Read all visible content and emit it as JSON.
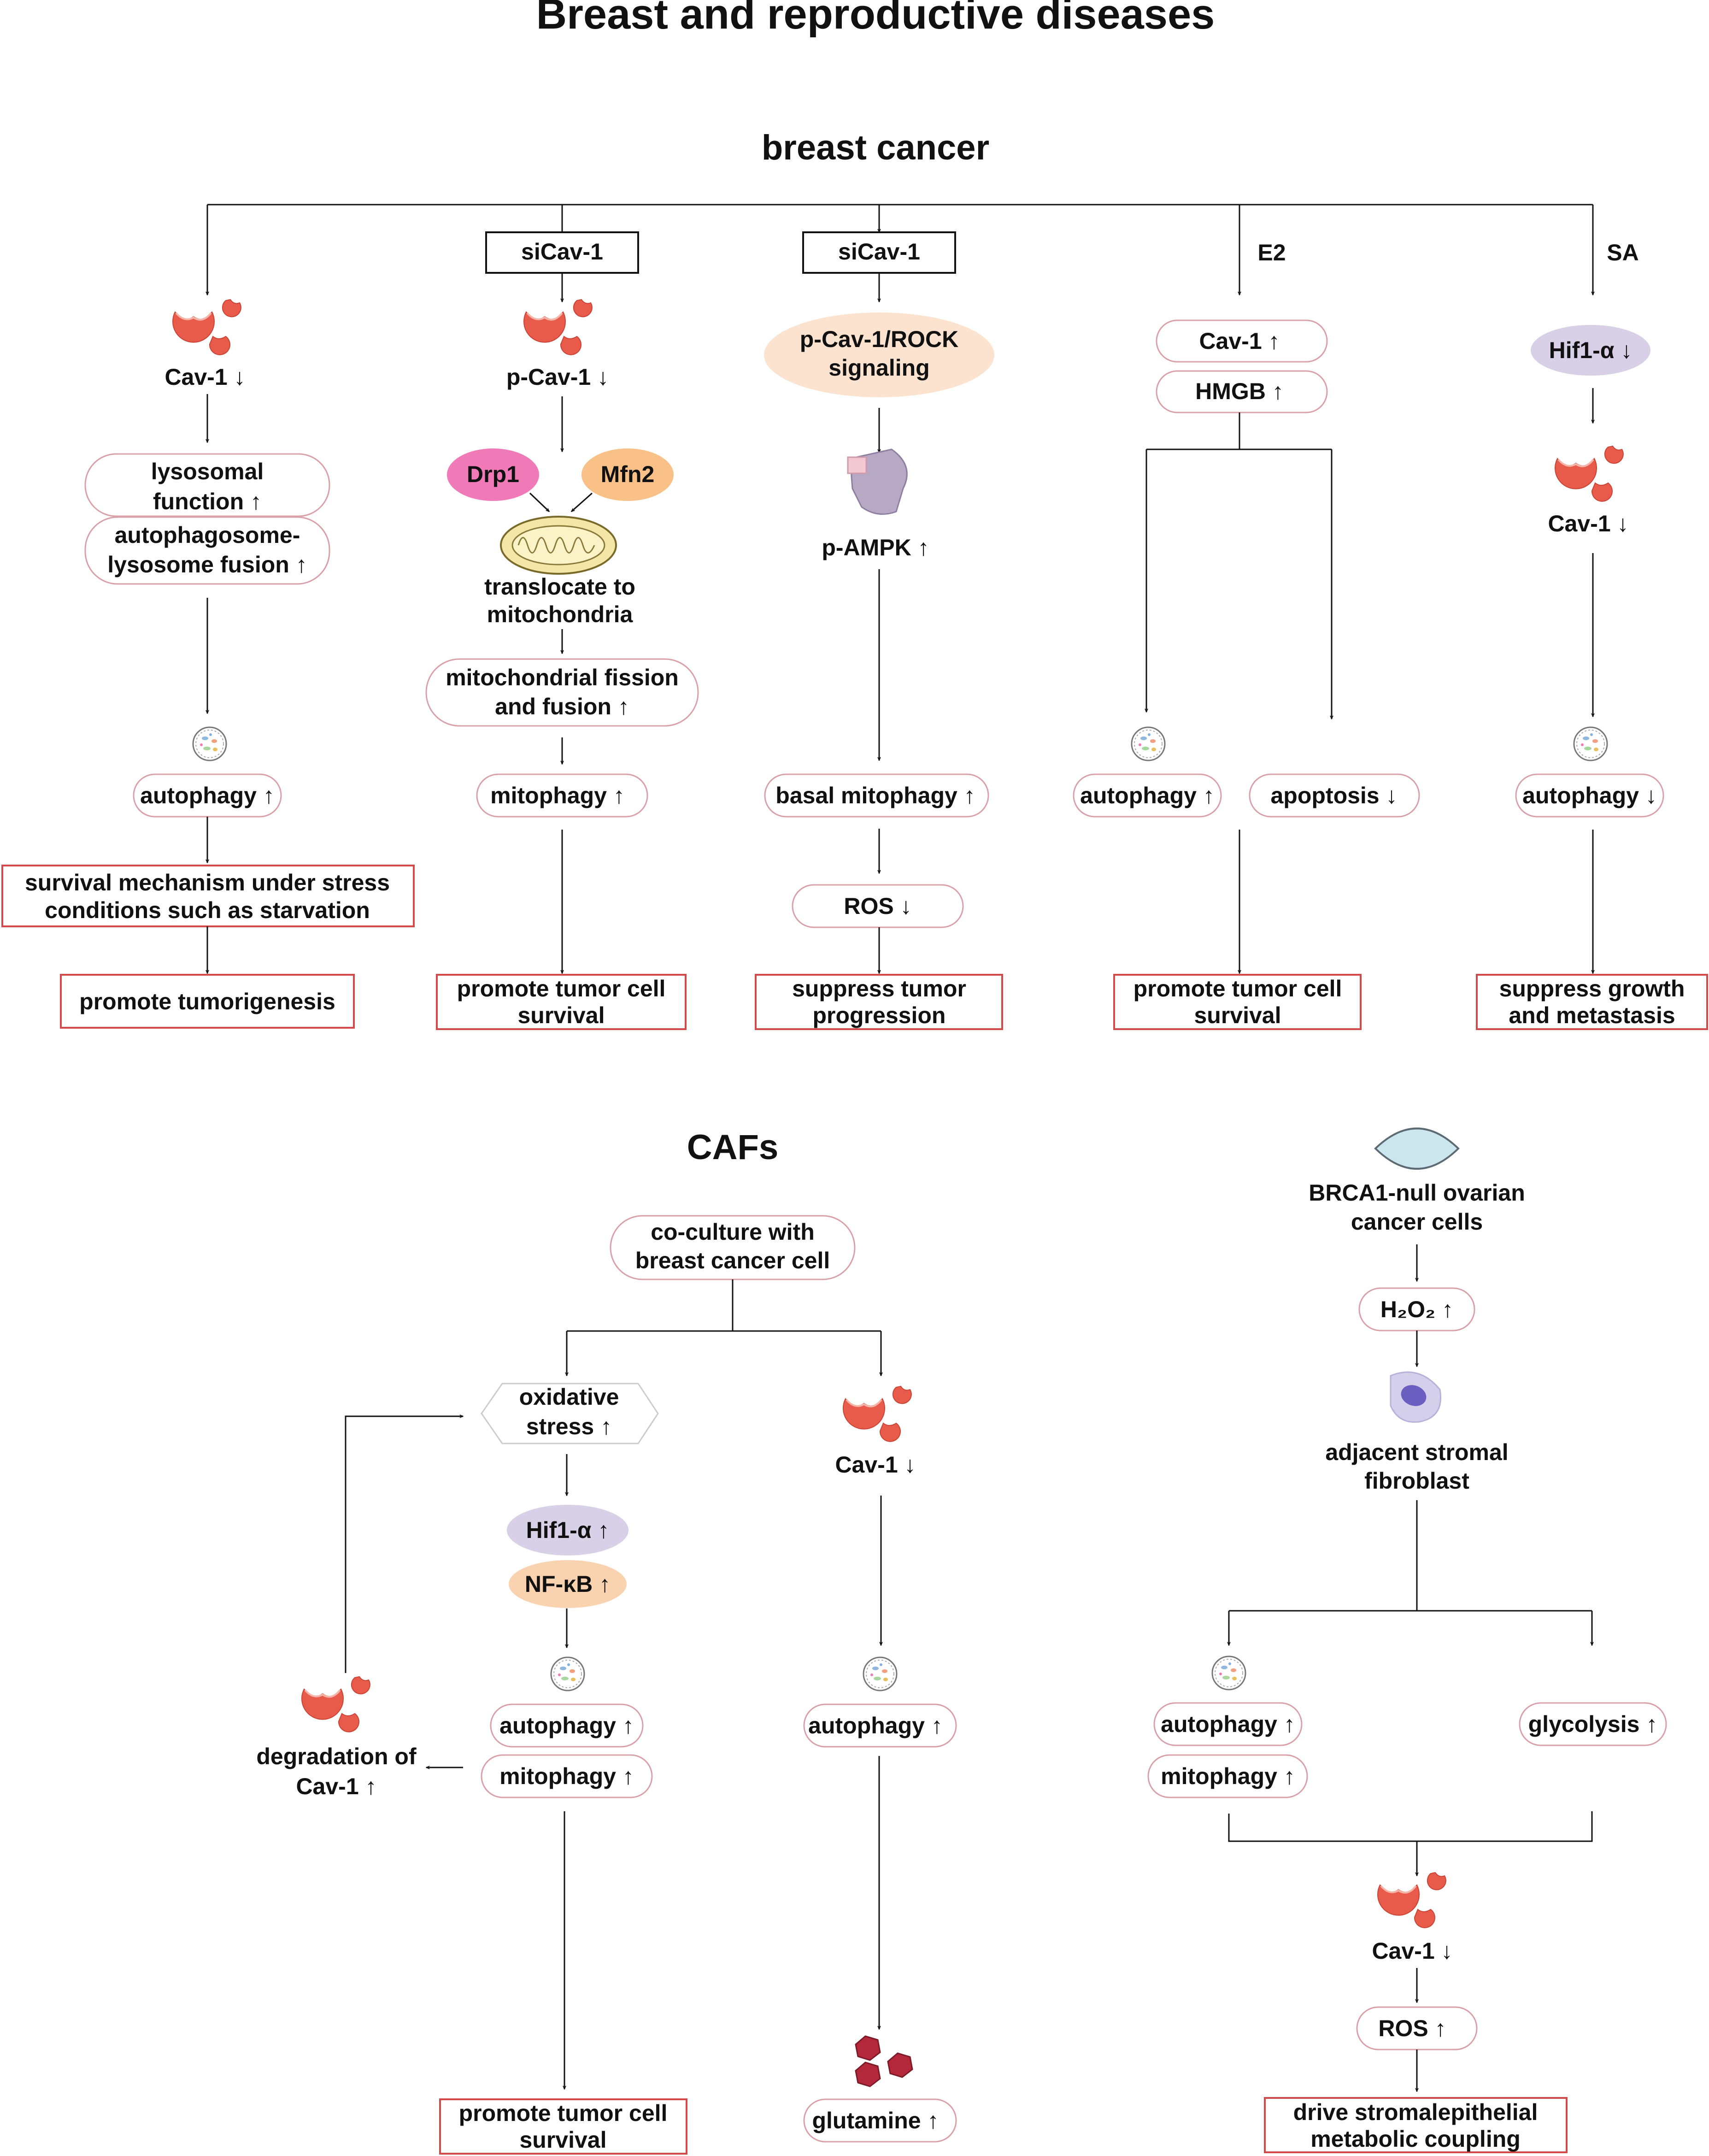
{
  "title": "Breast and reproductive diseases",
  "sections": {
    "breast_cancer": "breast cancer",
    "cafs": "CAFs"
  },
  "colors": {
    "outcome_border": "#d24a4a",
    "pill_border": "#d9a0a8",
    "caveolin": "#e85a4a",
    "drp1": "#f07ab8",
    "mfn2": "#f9c088",
    "hif": "#d8d0e6",
    "nfkb": "#f9d2b0",
    "rock": "#fbe3d0"
  },
  "icons": [
    "caveolin-icon",
    "autophagosome-icon",
    "mitochondrion-icon",
    "ampk-icon",
    "glutamine-icon",
    "ovarian-cell-icon",
    "fibroblast-icon"
  ],
  "col1": {
    "cav1": "Cav-1 ↓",
    "lysosomal": [
      "lysosomal",
      "function ↑"
    ],
    "fusion": [
      "autophagosome-",
      "lysosome fusion ↑"
    ],
    "autophagy": "autophagy ↑",
    "survival": [
      "survival mechanism under stress",
      "conditions such as starvation"
    ],
    "outcome": "promote tumorigenesis"
  },
  "col2": {
    "treatment": "siCav-1",
    "pcav1": "p-Cav-1 ↓",
    "drp1": "Drp1",
    "mfn2": "Mfn2",
    "translocate": [
      "translocate to",
      "mitochondria"
    ],
    "fission": [
      "mitochondrial fission",
      "and fusion ↑"
    ],
    "mitophagy": "mitophagy ↑",
    "outcome": [
      "promote tumor cell",
      "survival"
    ]
  },
  "col3": {
    "treatment": "siCav-1",
    "rock": [
      "p-Cav-1/ROCK",
      "signaling"
    ],
    "ampk": "p-AMPK ↑",
    "basal": "basal mitophagy ↑",
    "ros": "ROS ↓",
    "outcome": [
      "suppress tumor",
      "progression"
    ]
  },
  "col4": {
    "treatment": "E2",
    "cav1": "Cav-1 ↑",
    "hmgb": "HMGB ↑",
    "autophagy": "autophagy ↑",
    "apoptosis": "apoptosis ↓",
    "outcome": [
      "promote tumor cell",
      "survival"
    ]
  },
  "col5": {
    "treatment": "SA",
    "hif": "Hif1-α ↓",
    "cav1": "Cav-1 ↓",
    "autophagy": "autophagy ↓",
    "outcome": [
      "suppress growth",
      "and metastasis"
    ]
  },
  "caf": {
    "coculture": [
      "co-culture with",
      "breast cancer cell"
    ],
    "oxidative": [
      "oxidative",
      "stress ↑"
    ],
    "hif": "Hif1-α ↑",
    "nfkb": "NF-κB ↑",
    "autophagy": "autophagy ↑",
    "mitophagy": "mitophagy ↑",
    "degradation": [
      "degradation of",
      "Cav-1 ↑"
    ],
    "outcome": [
      "promote tumor cell",
      "survival"
    ],
    "cav1": "Cav-1 ↓",
    "autophagy2": "autophagy ↑",
    "glutamine": "glutamine ↑"
  },
  "ovarian": {
    "cells": [
      "BRCA1-null ovarian",
      "cancer cells"
    ],
    "h2o2": "H₂O₂ ↑",
    "fibroblast": [
      "adjacent stromal",
      "fibroblast"
    ],
    "autophagy": "autophagy ↑",
    "mitophagy": "mitophagy ↑",
    "glycolysis": "glycolysis ↑",
    "cav1": "Cav-1 ↓",
    "ros": "ROS ↑",
    "outcome": [
      "drive stromalepithelial",
      "metabolic coupling"
    ]
  }
}
